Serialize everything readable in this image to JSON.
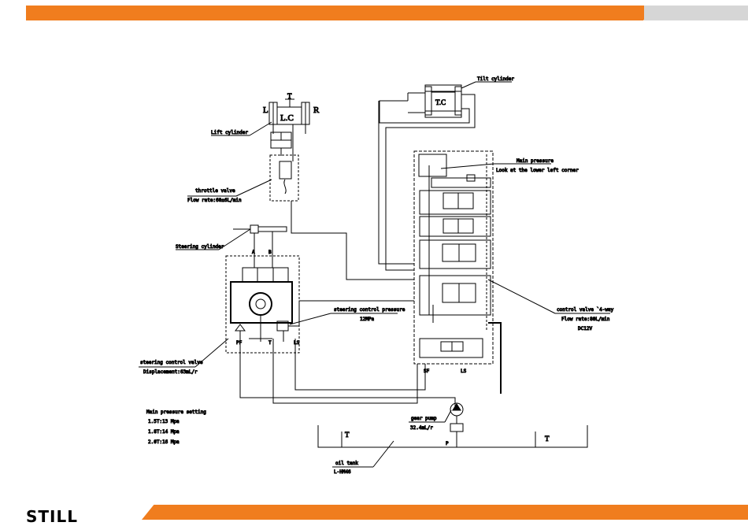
{
  "header": {
    "accent": "#f07d1e",
    "secondary": "#d6d6d6"
  },
  "footer": {
    "logo_text": "STILL",
    "accent": "#f07d1e"
  },
  "diagram": {
    "lift_cylinder": {
      "label": "Lift cylinder",
      "left": "L",
      "right": "R",
      "top": "T",
      "center": "L.C"
    },
    "tilt_cylinder": {
      "label": "Tilt cylinder",
      "center": "T.C"
    },
    "throttle_valve": {
      "label": "throttle valve",
      "flow": "Flow rate:60±6L/min"
    },
    "steering_cylinder": {
      "label": "Steering cylinder",
      "port_a": "A",
      "port_b": "B"
    },
    "steering_control_valve": {
      "label": "steering control valve",
      "displacement": "Displacement:63mL/r",
      "port_pf": "PF",
      "port_t": "T",
      "port_ls": "LS"
    },
    "steering_control_pressure": {
      "label": "steering control pressure",
      "value": "12MPa"
    },
    "main_pressure": {
      "label": "Main pressure",
      "note": "Look at the lower left corner"
    },
    "control_valve": {
      "label": "control valve `4-way",
      "flow": "Flow rate:80L/min",
      "voltage": "DC12V",
      "port_sf": "SF",
      "port_ls": "LS"
    },
    "gear_pump": {
      "label": "gear pump",
      "value": "32.4mL/r"
    },
    "oil_tank": {
      "label": "oil tank",
      "spec": "L-HM46",
      "port_t_left": "T",
      "port_p": "P",
      "port_t_right": "T"
    },
    "main_pressure_setting": {
      "title": "Main pressure setting",
      "rows": [
        {
          "model": "1.5T:",
          "value": "13 Mpa"
        },
        {
          "model": "1.8T:",
          "value": "14 Mpa"
        },
        {
          "model": "2.0T:",
          "value": "16 Mpa"
        }
      ]
    }
  }
}
